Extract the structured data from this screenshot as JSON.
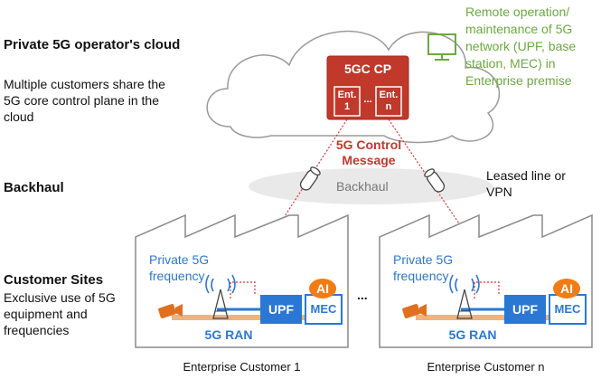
{
  "left_labels": {
    "cloud_title": "Private 5G operator's cloud",
    "cloud_desc": "Multiple customers share the 5G core control plane in the cloud",
    "backhaul_title": "Backhaul",
    "sites_title": "Customer Sites",
    "sites_desc": "Exclusive use of 5G equipment and frequencies"
  },
  "remote_note": "Remote operation/ maintenance of 5G network (UPF, base station, MEC) in Enterprise premise",
  "core": {
    "title": "5GC CP",
    "entity_1": "Ent. 1",
    "entity_n": "Ent. n",
    "ellipsis": "..."
  },
  "control_message": "5G Control Message",
  "backhaul_label": "Backhaul",
  "leased_line": "Leased line or VPN",
  "site_1": {
    "freq_label": "Private 5G frequency",
    "upf": "UPF",
    "mec": "MEC",
    "ai": "AI",
    "ran": "5G RAN",
    "caption": "Enterprise Customer 1"
  },
  "site_n": {
    "freq_label": "Private 5G frequency",
    "upf": "UPF",
    "mec": "MEC",
    "ai": "AI",
    "ran": "5G RAN",
    "caption": "Enterprise Customer n"
  },
  "sites_ellipsis": "...",
  "colors": {
    "core_red": "#c0392b",
    "link_red": "#d33",
    "accent_blue": "#2a78d4",
    "ai_orange": "#f07c14",
    "feed_orange": "#f2b27a",
    "remote_green": "#6aaa3f"
  }
}
